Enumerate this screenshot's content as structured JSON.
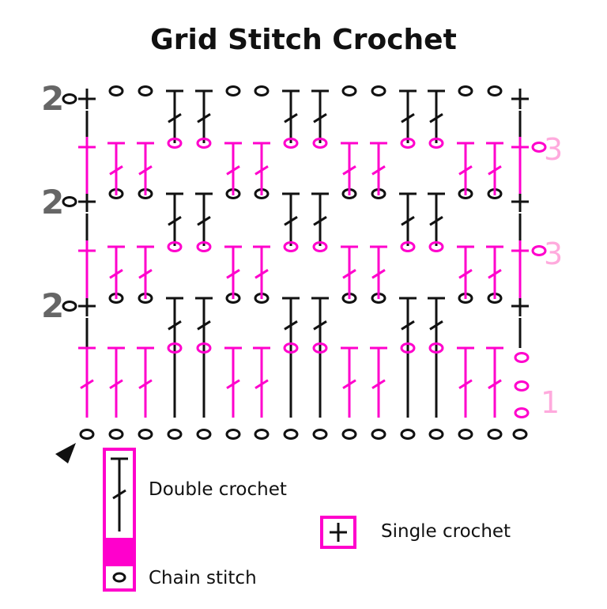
{
  "title": "Grid Stitch Crochet",
  "colors": {
    "black": "#111111",
    "pink": "#ff00cc",
    "gray": "#666666",
    "light_pink": "#ffaadd"
  },
  "row_numbers_left": [
    "2",
    "2",
    "2"
  ],
  "row_numbers_right": [
    "3",
    "3",
    "1"
  ],
  "legend": {
    "double_crochet": "Double crochet",
    "single_crochet": "Single crochet",
    "chain_stitch": "Chain stitch"
  }
}
